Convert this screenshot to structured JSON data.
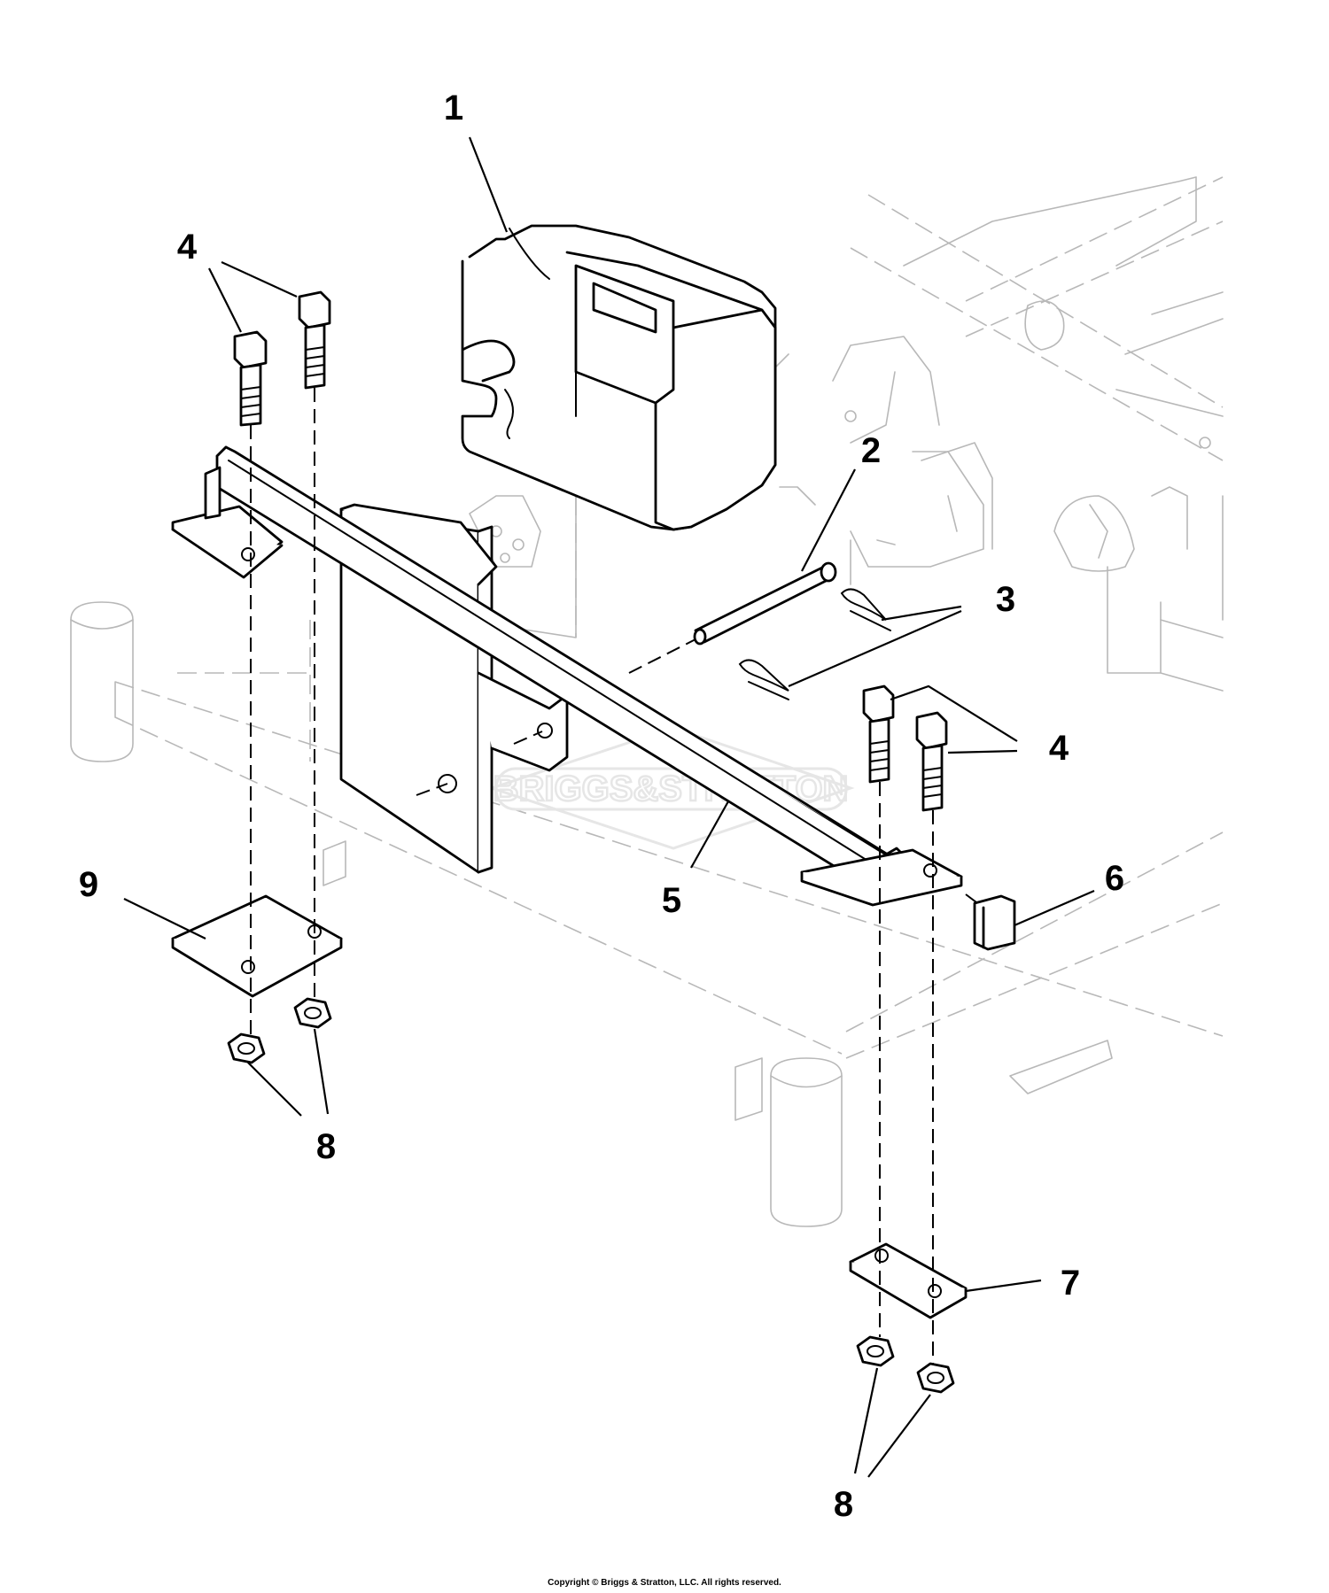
{
  "callouts": [
    {
      "id": "1",
      "text": "1"
    },
    {
      "id": "2",
      "text": "2"
    },
    {
      "id": "3",
      "text": "3"
    },
    {
      "id": "4a",
      "text": "4"
    },
    {
      "id": "4b",
      "text": "4"
    },
    {
      "id": "5",
      "text": "5"
    },
    {
      "id": "6",
      "text": "6"
    },
    {
      "id": "7",
      "text": "7"
    },
    {
      "id": "8a",
      "text": "8"
    },
    {
      "id": "8b",
      "text": "8"
    },
    {
      "id": "9",
      "text": "9"
    }
  ],
  "watermark": "BRIGGS&STRATTON",
  "copyright": "Copyright © Briggs & Stratton, LLC. All rights reserved.",
  "colors": {
    "line": "#000000",
    "ghost": "#b8b8b8",
    "watermark": "#e6e6e6",
    "background": "#ffffff"
  }
}
